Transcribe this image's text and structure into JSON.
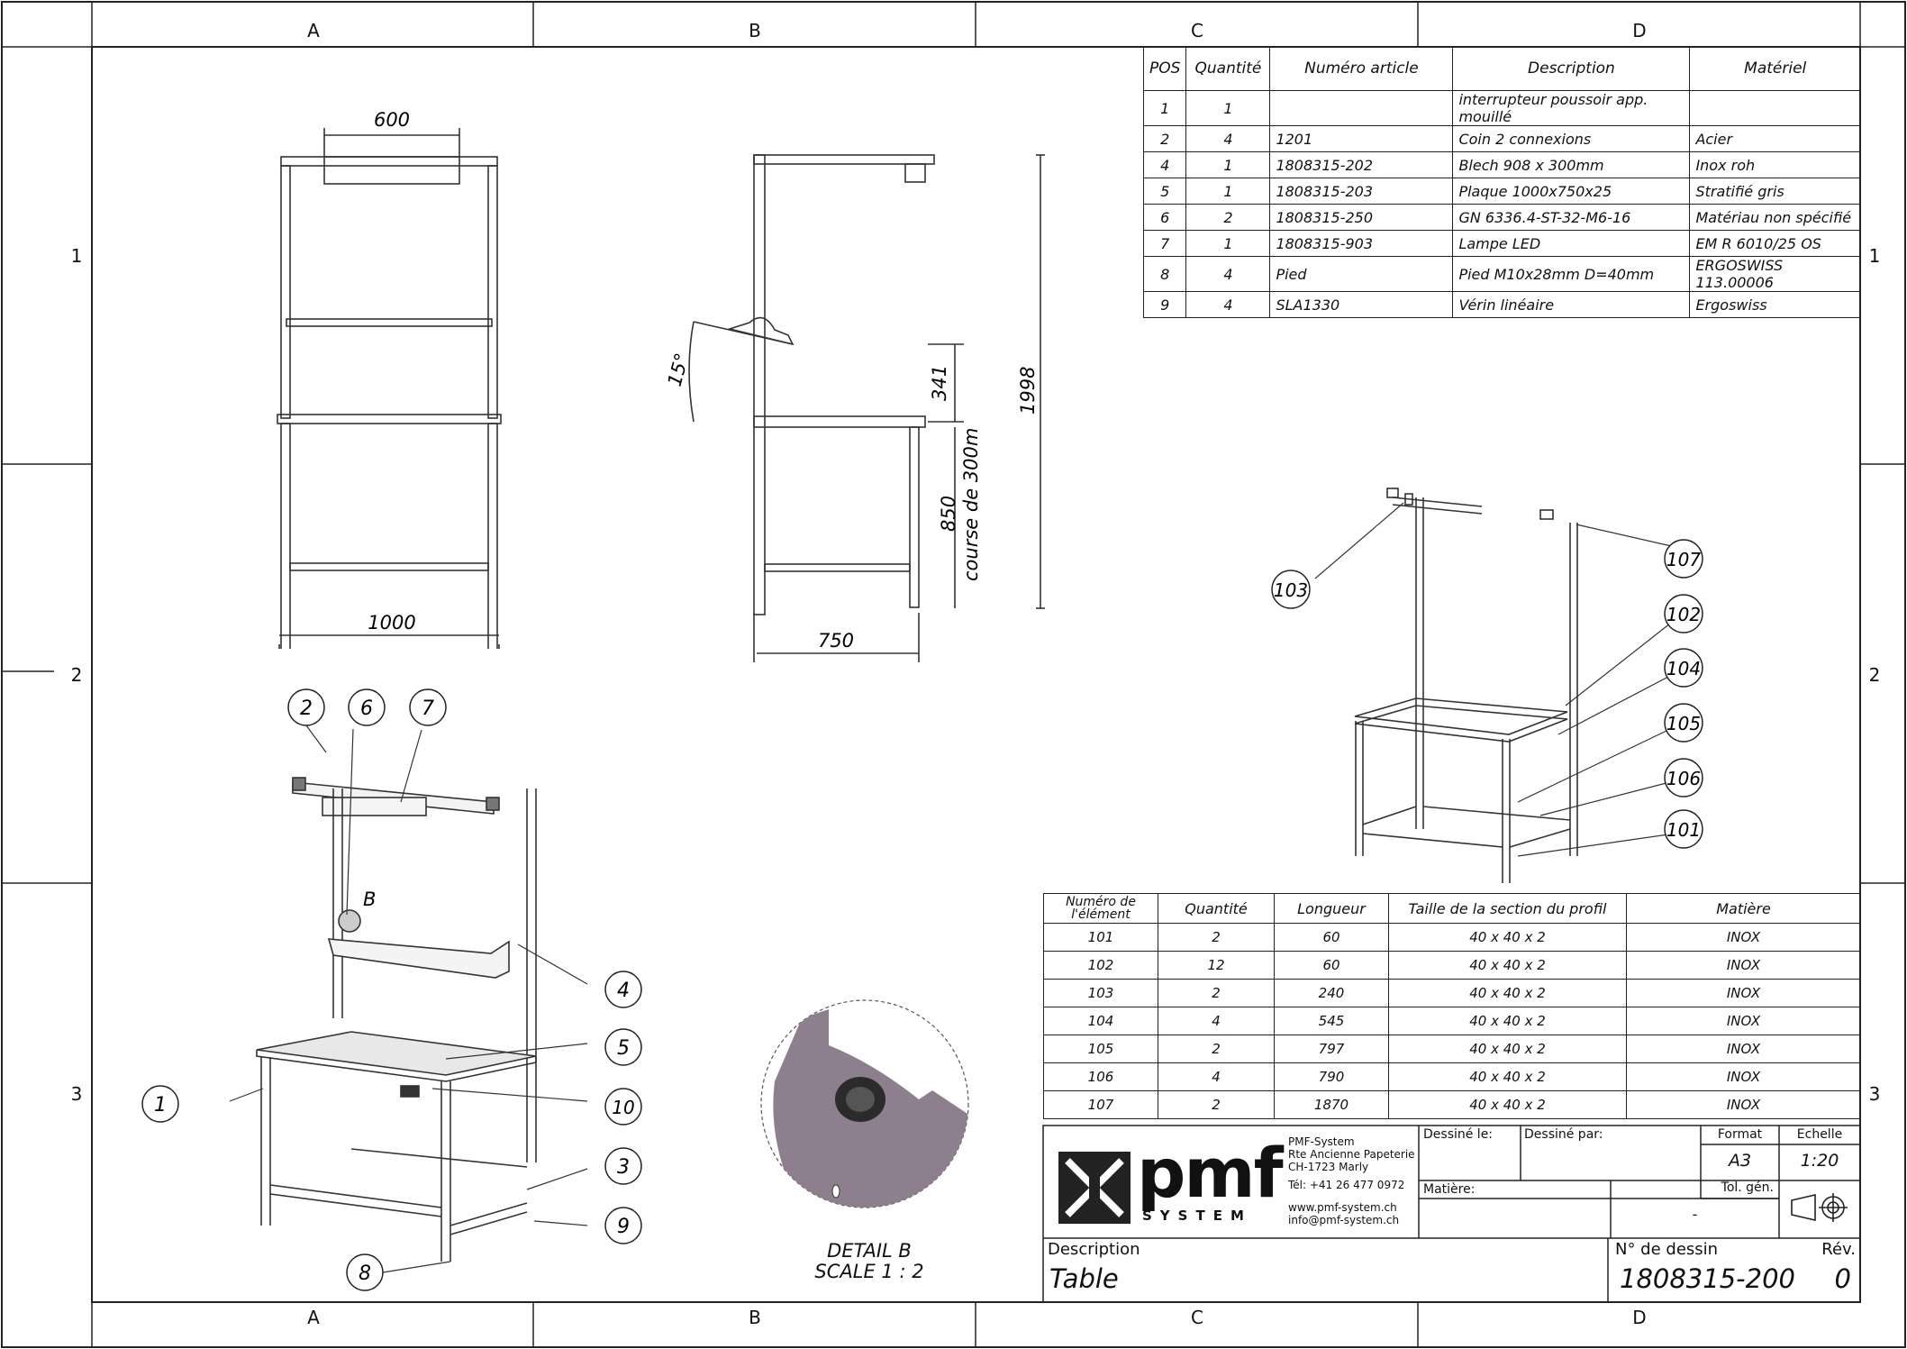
{
  "frame": {
    "columns": [
      "A",
      "B",
      "C",
      "D"
    ],
    "rows": [
      "1",
      "2",
      "3"
    ]
  },
  "bom": {
    "headers": [
      "POS",
      "Quantité",
      "Numéro article",
      "Description",
      "Matériel"
    ],
    "rows": [
      [
        "1",
        "1",
        "",
        "interrupteur poussoir app. mouillé",
        ""
      ],
      [
        "2",
        "4",
        "1201",
        "Coin 2 connexions",
        "Acier"
      ],
      [
        "4",
        "1",
        "1808315-202",
        "Blech 908 x 300mm",
        "Inox roh"
      ],
      [
        "5",
        "1",
        "1808315-203",
        "Plaque 1000x750x25",
        "Stratifié gris"
      ],
      [
        "6",
        "2",
        "1808315-250",
        "GN 6336.4-ST-32-M6-16",
        "Matériau non spécifié"
      ],
      [
        "7",
        "1",
        "1808315-903",
        "Lampe LED",
        "EM R 6010/25 OS"
      ],
      [
        "8",
        "4",
        "Pied",
        "Pied M10x28mm D=40mm",
        "ERGOSWISS 113.00006"
      ],
      [
        "9",
        "4",
        "SLA1330",
        "Vérin linéaire",
        "Ergoswiss"
      ]
    ]
  },
  "parts": {
    "headers": [
      "Numéro de l'élément",
      "Quantité",
      "Longueur",
      "Taille  de la section du profil",
      "Matière"
    ],
    "rows": [
      [
        "101",
        "2",
        "60",
        "40 x 40 x 2",
        "INOX"
      ],
      [
        "102",
        "12",
        "60",
        "40 x 40 x 2",
        "INOX"
      ],
      [
        "103",
        "2",
        "240",
        "40 x 40 x 2",
        "INOX"
      ],
      [
        "104",
        "4",
        "545",
        "40 x 40 x 2",
        "INOX"
      ],
      [
        "105",
        "2",
        "797",
        "40 x 40 x 2",
        "INOX"
      ],
      [
        "106",
        "4",
        "790",
        "40 x 40 x 2",
        "INOX"
      ],
      [
        "107",
        "2",
        "1870",
        "40 x 40 x 2",
        "INOX"
      ]
    ]
  },
  "views": {
    "front": {
      "dim_top": "600",
      "dim_bottom": "1000"
    },
    "side": {
      "angle": "15°",
      "dim_341": "341",
      "dim_1998": "1998",
      "dim_850": "850",
      "dim_course": "course de 300m",
      "dim_750": "750"
    },
    "iso_labels": [
      "2",
      "6",
      "7",
      "4",
      "5",
      "1",
      "10",
      "3",
      "9",
      "8"
    ],
    "detail_marker": "B",
    "frame_labels": [
      "103",
      "107",
      "102",
      "104",
      "105",
      "106",
      "101"
    ],
    "detail_title": "DETAIL B",
    "detail_scale": "SCALE 1 : 2"
  },
  "title_block": {
    "logo_text": "pmf",
    "logo_sub": "SYSTEM",
    "company_lines": [
      "PMF-System",
      "Rte Ancienne Papeterie",
      "CH-1723 Marly"
    ],
    "phone": "Tél:  +41 26 477 0972",
    "web": "www.pmf-system.ch",
    "email": "info@pmf-system.ch",
    "drawn_on_label": "Dessiné le:",
    "drawn_by_label": "Dessiné par:",
    "format_label": "Format",
    "format_value": "A3",
    "scale_label": "Echelle",
    "scale_value": "1:20",
    "material_label": "Matière:",
    "tol_label": "Tol. gén.",
    "tol_value": "-",
    "description_label": "Description",
    "description_value": "Table",
    "drawing_no_label": "N° de dessin",
    "drawing_no_value": "1808315-200",
    "rev_label": "Rév.",
    "rev_value": "0"
  }
}
